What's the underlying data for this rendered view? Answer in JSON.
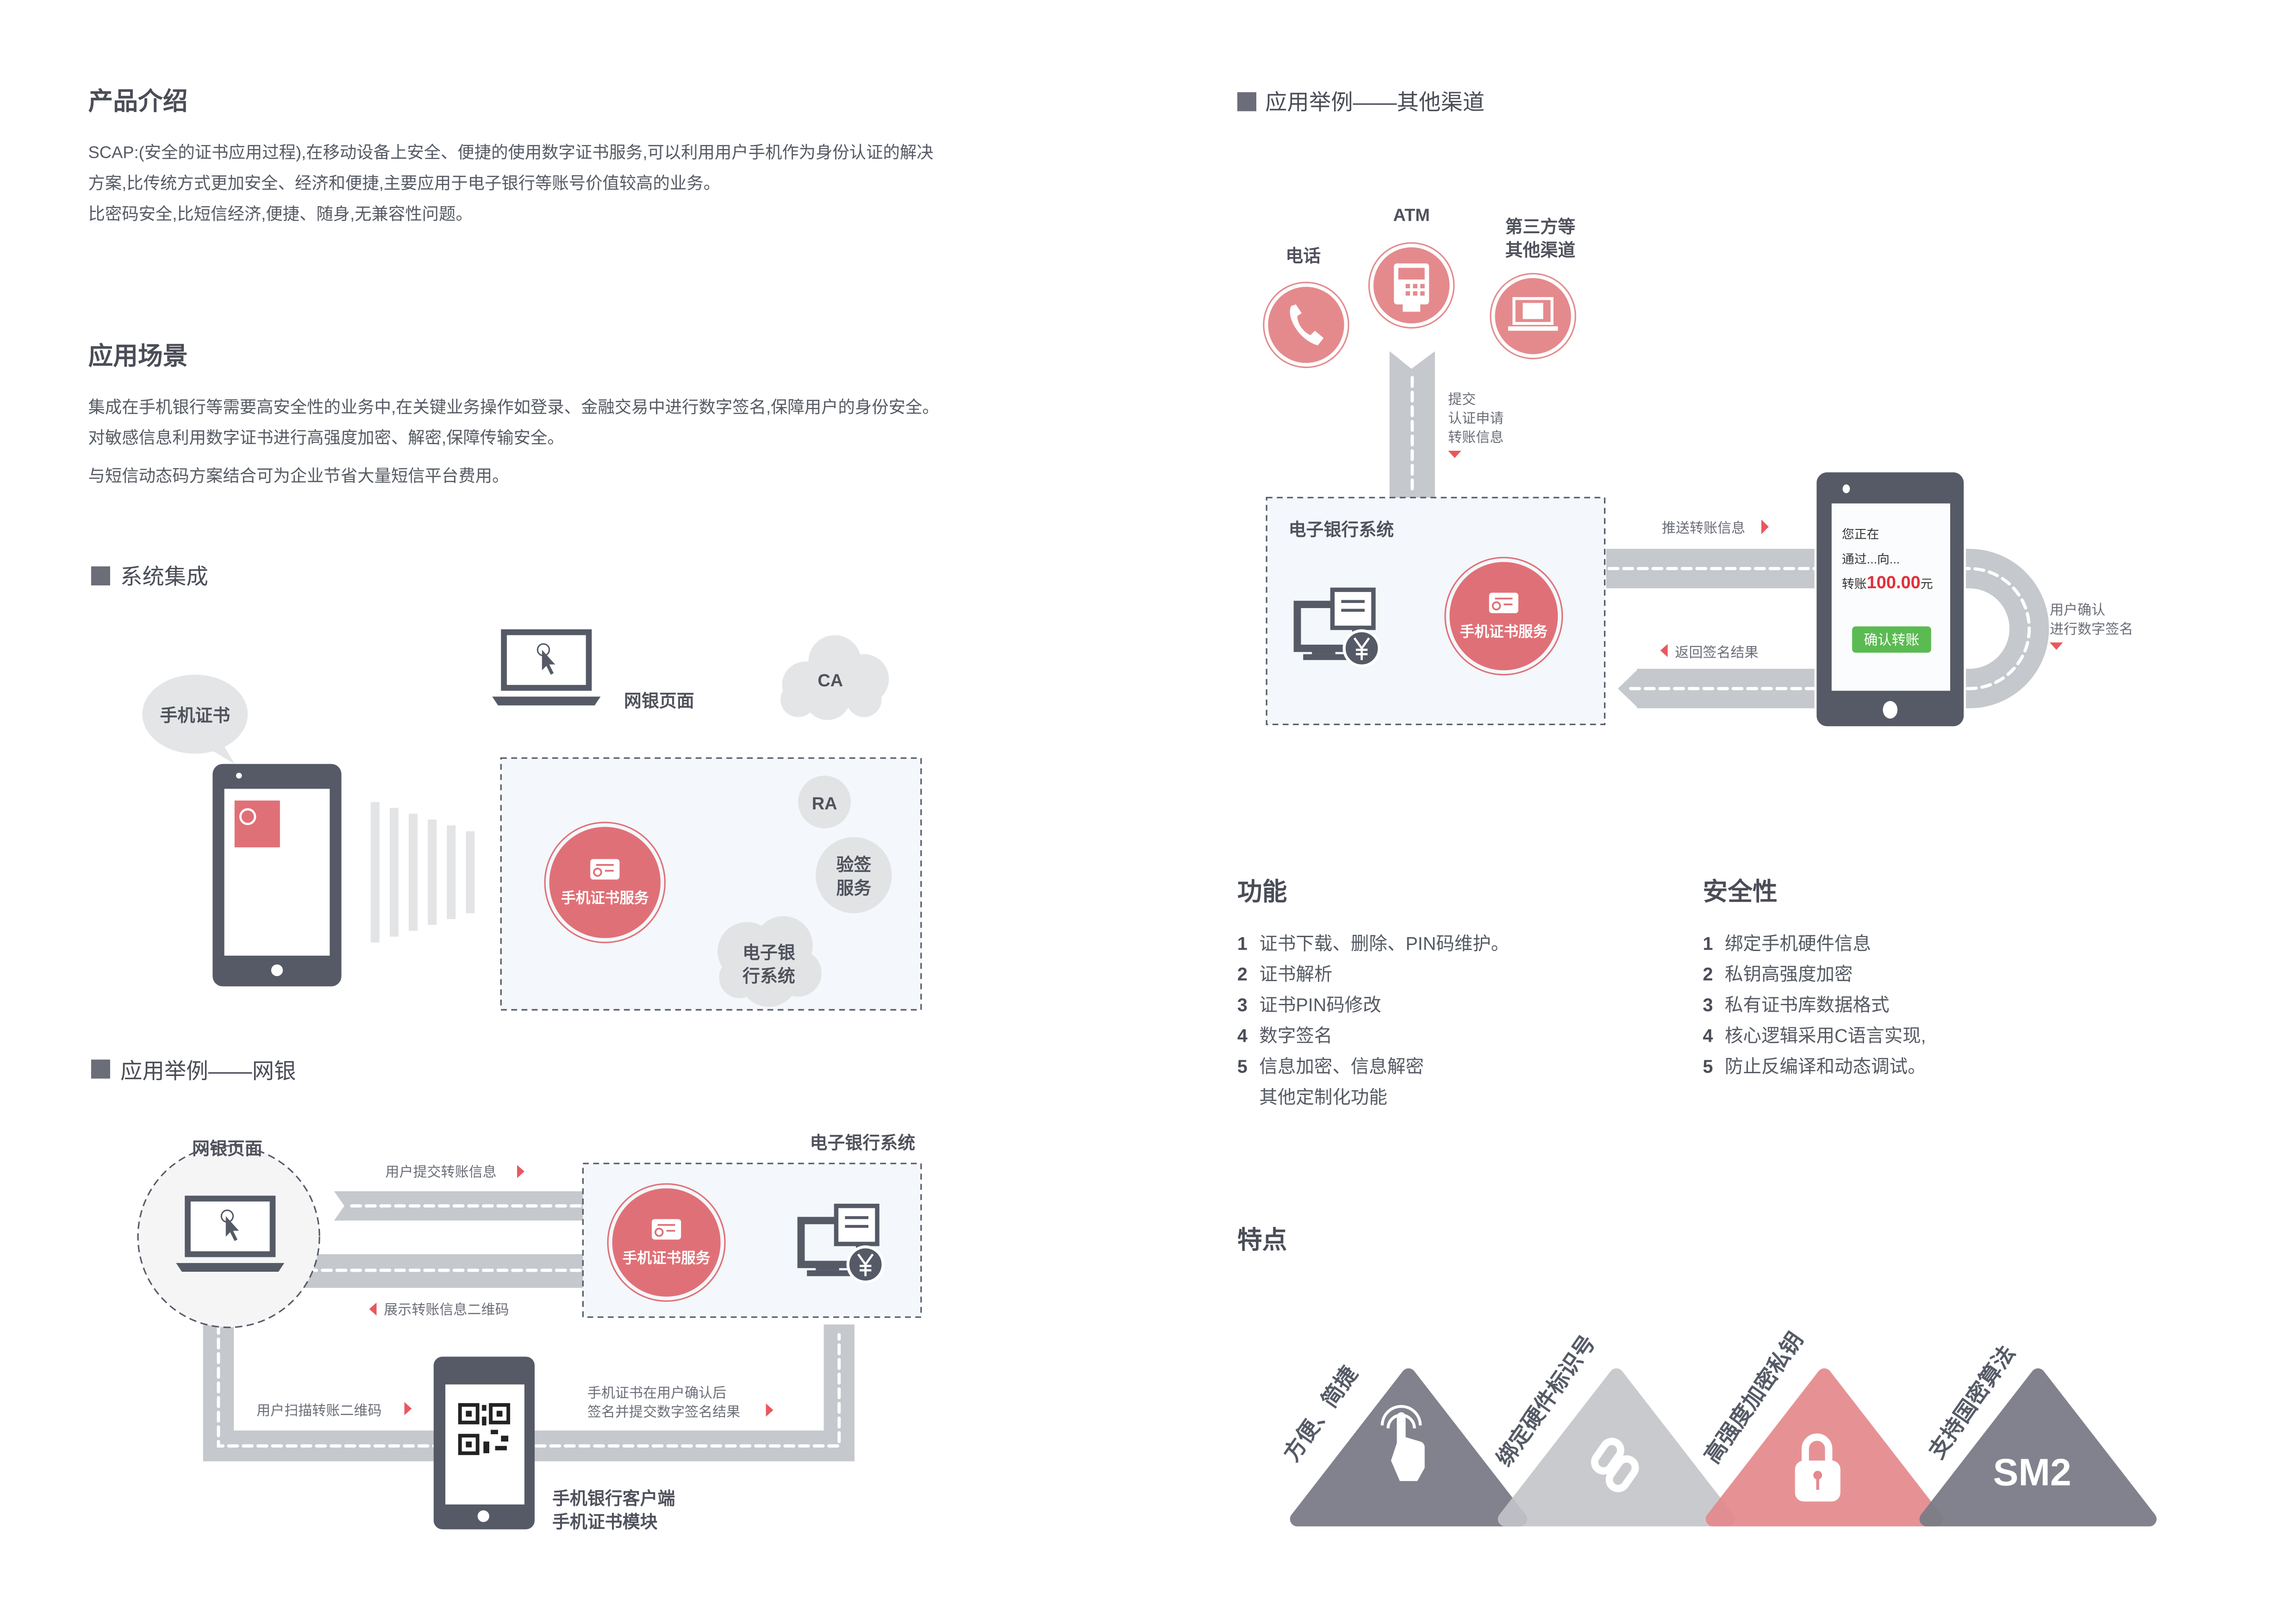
{
  "intro": {
    "title": "产品介绍",
    "lines": [
      "SCAP:(安全的证书应用过程),在移动设备上安全、便捷的使用数字证书服务,可以利用用户手机作为身份认证的解决",
      "方案,比传统方式更加安全、经济和便捷,主要应用于电子银行等账号价值较高的业务。",
      "比密码安全,比短信经济,便捷、随身,无兼容性问题。"
    ]
  },
  "scenario": {
    "title": "应用场景",
    "lines": [
      "集成在手机银行等需要高安全性的业务中,在关键业务操作如登录、金融交易中进行数字签名,保障用户的身份安全。",
      "对敏感信息利用数字证书进行高强度加密、解密,保障传输安全。",
      "与短信动态码方案结合可为企业节省大量短信平台费用。"
    ]
  },
  "integration": {
    "title": "系统集成",
    "bubble": "手机证书",
    "web_page": "网银页面",
    "ca": "CA",
    "ra": "RA",
    "service": "手机证书服务",
    "verify": [
      "验签",
      "服务"
    ],
    "ebank": [
      "电子银",
      "行系统"
    ]
  },
  "netbank": {
    "title": "应用举例——网银",
    "web_page": "网银页面",
    "ebank": "电子银行系统",
    "service": "手机证书服务",
    "submit": "用户提交转账信息",
    "show_qr": "展示转账信息二维码",
    "scan": "用户扫描转账二维码",
    "sign": [
      "手机证书在用户确认后",
      "签名并提交数字签名结果"
    ],
    "client": [
      "手机银行客户端",
      "手机证书模块"
    ]
  },
  "other": {
    "title": "应用举例——其他渠道",
    "phone": "电话",
    "atm": "ATM",
    "third": [
      "第三方等",
      "其他渠道"
    ],
    "submit": [
      "提交",
      "认证申请",
      "转账信息"
    ],
    "ebank": "电子银行系统",
    "service": "手机证书服务",
    "push": "推送转账信息",
    "return": "返回签名结果",
    "confirm": [
      "用户确认",
      "进行数字签名"
    ],
    "screen": {
      "line1": "您正在",
      "line2": "通过...向...",
      "line3_prefix": "转账",
      "amount": "100.00",
      "unit": "元",
      "button": "确认转账"
    }
  },
  "features": {
    "title": "功能",
    "items": [
      {
        "num": "1",
        "text": "证书下载、删除、PIN码维护。"
      },
      {
        "num": "2",
        "text": "证书解析"
      },
      {
        "num": "3",
        "text": "证书PIN码修改"
      },
      {
        "num": "4",
        "text": "数字签名"
      },
      {
        "num": "5",
        "text": "信息加密、信息解密"
      },
      {
        "num": "",
        "text": "其他定制化功能"
      }
    ]
  },
  "security": {
    "title": "安全性",
    "items": [
      {
        "num": "1",
        "text": "绑定手机硬件信息"
      },
      {
        "num": "2",
        "text": "私钥高强度加密"
      },
      {
        "num": "3",
        "text": "私有证书库数据格式"
      },
      {
        "num": "4",
        "text": "核心逻辑采用C语言实现,"
      },
      {
        "num": "5",
        "text": "防止反编译和动态调试。"
      }
    ]
  },
  "traits": {
    "title": "特点",
    "items": [
      {
        "label": "方便、简捷",
        "icon": "touch-icon",
        "color": "#7b7c87"
      },
      {
        "label": "绑定硬件标识号",
        "icon": "link-icon",
        "color": "#c4c5c9"
      },
      {
        "label": "高强度加密私钥",
        "icon": "lock-icon",
        "color": "#e4898d"
      },
      {
        "label": "支持国密算法",
        "badge": "SM2",
        "color": "#7b7c87"
      }
    ]
  },
  "colors": {
    "accent": "#e07077",
    "dark": "#555a66",
    "road": "#c5c8cc",
    "confirm_button": "#5bbb52",
    "amount": "#e0303a"
  }
}
